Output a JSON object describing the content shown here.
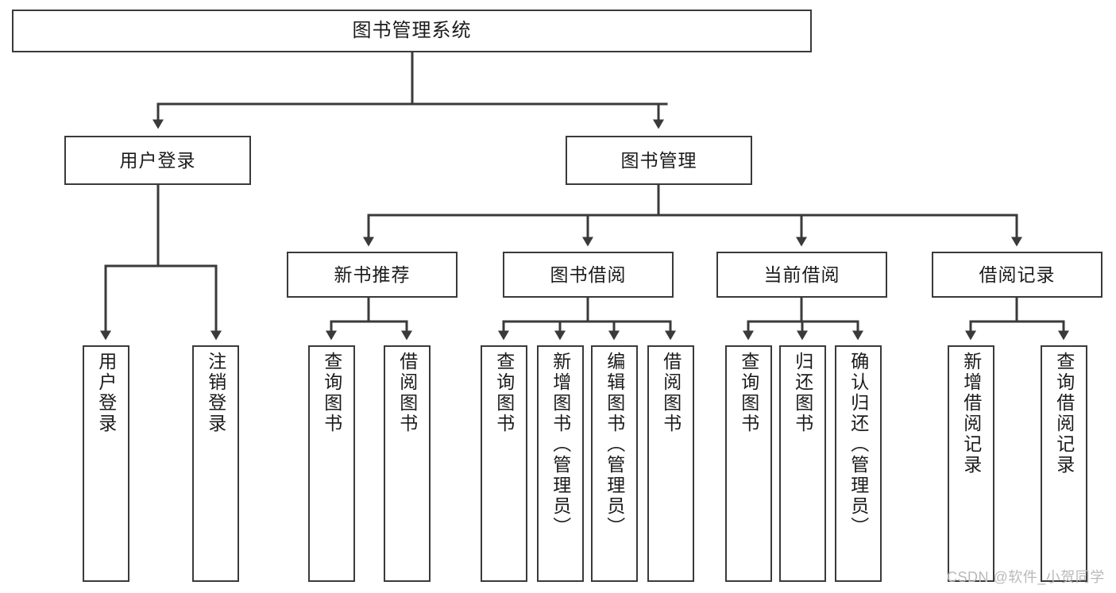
{
  "diagram": {
    "title": "图书管理系统",
    "type": "tree-hierarchy-diagram",
    "theme": {
      "background": "#ffffff",
      "box_fill": "#ffffff",
      "box_stroke": "#3a3a3a",
      "text_color": "#1b1b1b",
      "connector_color": "#3a3a3a",
      "watermark_color": "#b9b9b9"
    },
    "root": {
      "label": "图书管理系统",
      "orientation": "horizontal"
    },
    "level2": [
      {
        "label": "用户登录",
        "orientation": "horizontal"
      },
      {
        "label": "图书管理",
        "orientation": "horizontal"
      }
    ],
    "level3": [
      {
        "label": "新书推荐",
        "orientation": "horizontal"
      },
      {
        "label": "图书借阅",
        "orientation": "horizontal"
      },
      {
        "label": "当前借阅",
        "orientation": "horizontal"
      },
      {
        "label": "借阅记录",
        "orientation": "horizontal"
      }
    ],
    "leaves": {
      "user_login": [
        {
          "label": "用户登录",
          "orientation": "vertical"
        },
        {
          "label": "注销登录",
          "orientation": "vertical"
        }
      ],
      "new_book_recommend": [
        {
          "label": "查询图书",
          "orientation": "vertical"
        },
        {
          "label": "借阅图书",
          "orientation": "vertical"
        }
      ],
      "book_borrow": [
        {
          "label": "查询图书",
          "orientation": "vertical"
        },
        {
          "label": "新增图书（管理员）",
          "orientation": "vertical"
        },
        {
          "label": "编辑图书（管理员）",
          "orientation": "vertical"
        },
        {
          "label": "借阅图书",
          "orientation": "vertical"
        }
      ],
      "current_borrow": [
        {
          "label": "查询图书",
          "orientation": "vertical"
        },
        {
          "label": "归还图书",
          "orientation": "vertical"
        },
        {
          "label": "确认归还（管理员）",
          "orientation": "vertical"
        }
      ],
      "borrow_record": [
        {
          "label": "新增借阅记录",
          "orientation": "vertical"
        },
        {
          "label": "查询借阅记录",
          "orientation": "vertical"
        }
      ]
    }
  },
  "watermark": {
    "text": "CSDN @软件_小贺同学"
  }
}
